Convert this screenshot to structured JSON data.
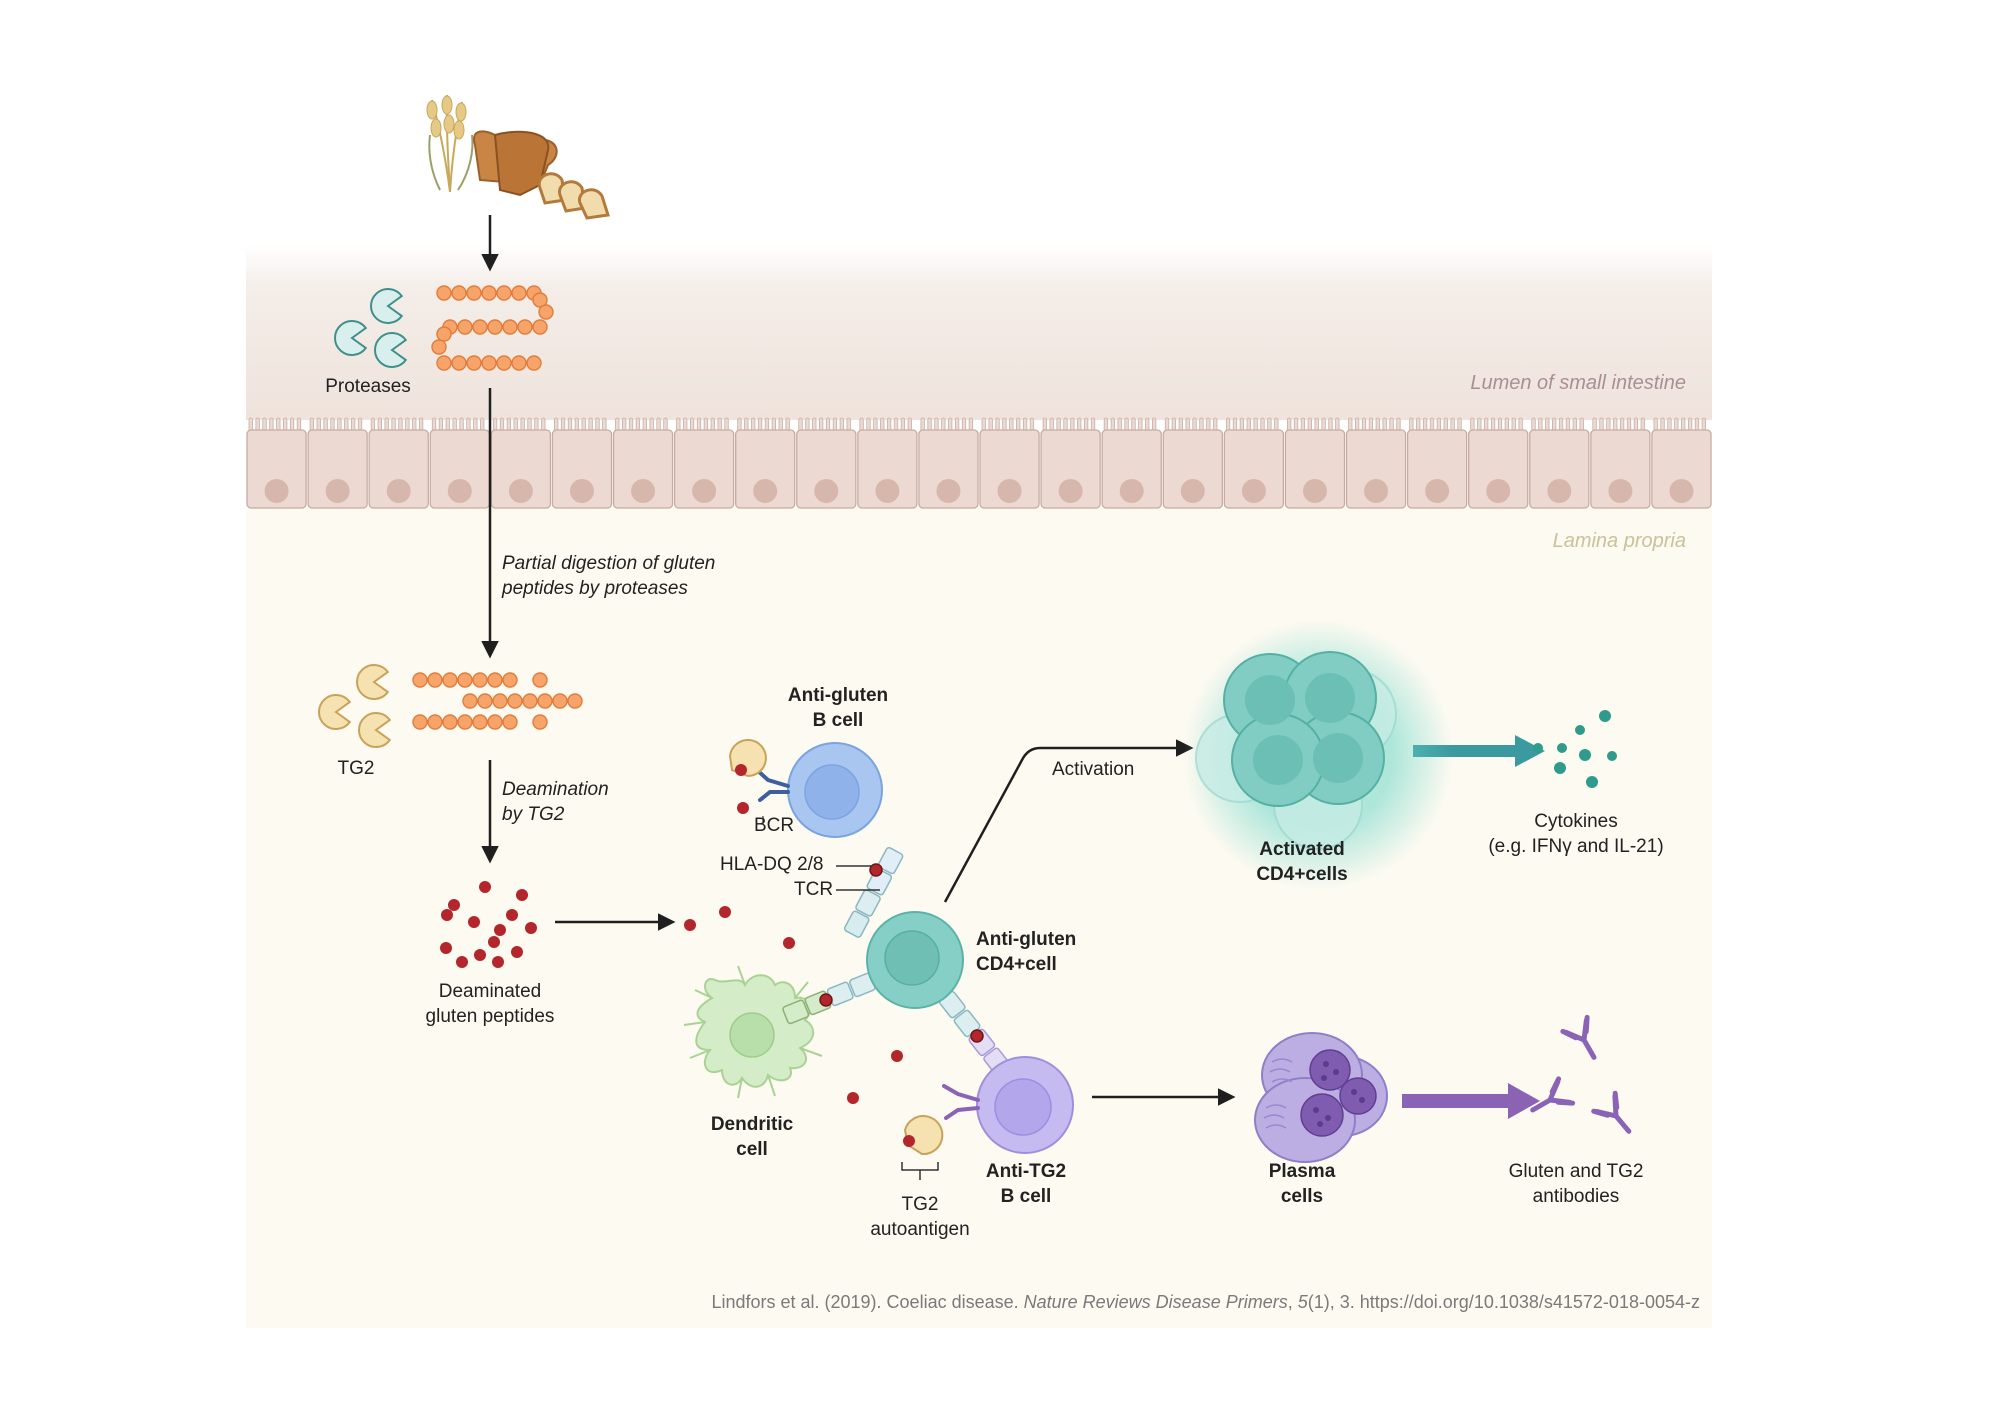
{
  "zones": {
    "lumen": "Lumen of small intestine",
    "lamina": "Lamina propria"
  },
  "labels": {
    "proteases": "Proteases",
    "partial_digestion_1": "Partial digestion of gluten",
    "partial_digestion_2": "peptides by proteases",
    "tg2": "TG2",
    "deamination_1": "Deamination",
    "deamination_2": "by TG2",
    "deaminated_1": "Deaminated",
    "deaminated_2": "gluten peptides",
    "anti_gluten_b_1": "Anti-gluten",
    "anti_gluten_b_2": "B cell",
    "bcr": "BCR",
    "hla": "HLA-DQ 2/8",
    "tcr": "TCR",
    "cd4_1": "Anti-gluten",
    "cd4_2": "CD4+cell",
    "dendritic_1": "Dendritic",
    "dendritic_2": "cell",
    "anti_tg2_1": "Anti-TG2",
    "anti_tg2_2": "B cell",
    "tg2_auto_1": "TG2",
    "tg2_auto_2": "autoantigen",
    "activation": "Activation",
    "activated_1": "Activated",
    "activated_2": "CD4+cells",
    "cytokines_1": "Cytokines",
    "cytokines_2": "(e.g. IFNγ and IL-21)",
    "plasma_1": "Plasma",
    "plasma_2": "cells",
    "antibodies_1": "Gluten and TG2",
    "antibodies_2": "antibodies"
  },
  "citation": {
    "authors": "Lindfors et al. (2019). Coeliac disease. ",
    "journal": "Nature Reviews Disease Primers",
    "sep": ", ",
    "volume": "5",
    "rest": "(1), 3. https://doi.org/10.1038/s41572-018-0054-z"
  },
  "colors": {
    "lumen_bg": "#f1e8e2",
    "lamina_bg": "#fdfaf1",
    "epithelium": "#ecd9d2",
    "gluten_bead": "#f7a46a",
    "protease": "#d9efee",
    "tg2": "#f6e2b0",
    "peptide": "#b3262c",
    "b_cell": "#9cbcec",
    "cd4": "#7fcac0",
    "dendritic": "#d2ebc6",
    "tg2_b_cell": "#c7bcf0",
    "plasma": "#bcaee2",
    "antibody": "#8a63b4",
    "cytokine": "#2e9b8c"
  }
}
